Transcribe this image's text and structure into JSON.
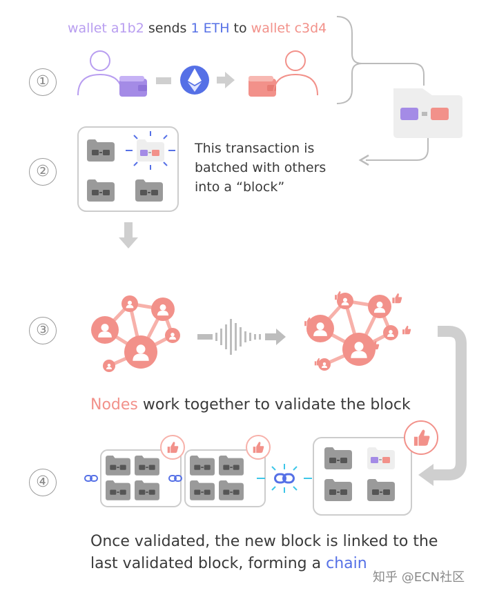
{
  "colors": {
    "purple": "#b89df0",
    "purple_dark": "#a48be6",
    "blue": "#5570e6",
    "salmon": "#f2918a",
    "salmon_light": "#f7b1aa",
    "gray": "#8c8c8c",
    "gray_light": "#cfcfcf",
    "cyan": "#3cc6e8",
    "text": "#3a3a3a"
  },
  "step1": {
    "number": "①",
    "sender": "wallet a1b2",
    "verb": " sends ",
    "amount": "1 ETH",
    "prep": " to ",
    "receiver": "wallet c3d4"
  },
  "step2": {
    "number": "②",
    "line1": "This transaction is",
    "line2": "batched with others",
    "line3": "into a “block”"
  },
  "step3": {
    "number": "③",
    "highlight": "Nodes",
    "rest": " work together to validate the block"
  },
  "step4": {
    "number": "④",
    "line1": "Once validated, the new block is linked to the",
    "line2_prefix": "last validated block, forming a ",
    "line2_highlight": "chain"
  },
  "watermark": "知乎 @ECN社区"
}
